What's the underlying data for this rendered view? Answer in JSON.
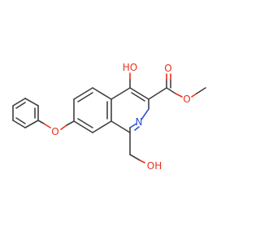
{
  "molecule": {
    "atom_colors": {
      "O": "#e8301c",
      "N": "#3050d8",
      "C": "#404040"
    },
    "labels": {
      "ho_top": "HO",
      "ester_carbonyl_o": "O",
      "ester_methoxy_o": "O",
      "ring_n": "N",
      "ether_o": "O",
      "hydroxymethyl_oh": "OH"
    }
  }
}
